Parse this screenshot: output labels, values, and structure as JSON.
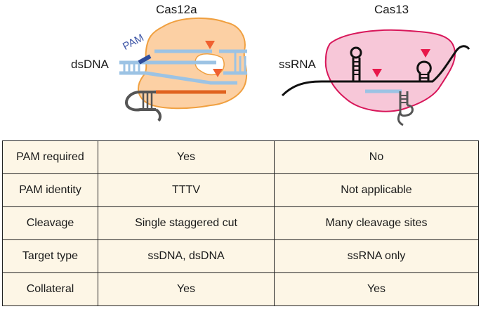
{
  "diagram": {
    "enzyme_left": "Cas12a",
    "enzyme_right": "Cas13",
    "substrate_left": "dsDNA",
    "substrate_right": "ssRNA",
    "pam_label": "PAM",
    "colors": {
      "cas12a_body": "#fcd0a4",
      "cas12a_outline": "#f0a040",
      "cas13_body": "#f7c7d8",
      "cas13_outline": "#d8175a",
      "dna_strand": "#9cc3e4",
      "pam_mark": "#2f4d9c",
      "crrna": "#e0621e",
      "cut_marker_left": "#f06030",
      "cut_marker_right": "#e8174a",
      "hairpin": "#555555",
      "rna": "#111111"
    }
  },
  "table": {
    "rows": [
      {
        "feature": "PAM required",
        "cas12a": "Yes",
        "cas13": "No"
      },
      {
        "feature": "PAM identity",
        "cas12a": "TTTV",
        "cas13": "Not applicable"
      },
      {
        "feature": "Cleavage",
        "cas12a": "Single staggered cut",
        "cas13": "Many cleavage sites"
      },
      {
        "feature": "Target type",
        "cas12a": "ssDNA, dsDNA",
        "cas13": "ssRNA only"
      },
      {
        "feature": "Collateral",
        "cas12a": "Yes",
        "cas13": "Yes"
      }
    ]
  }
}
